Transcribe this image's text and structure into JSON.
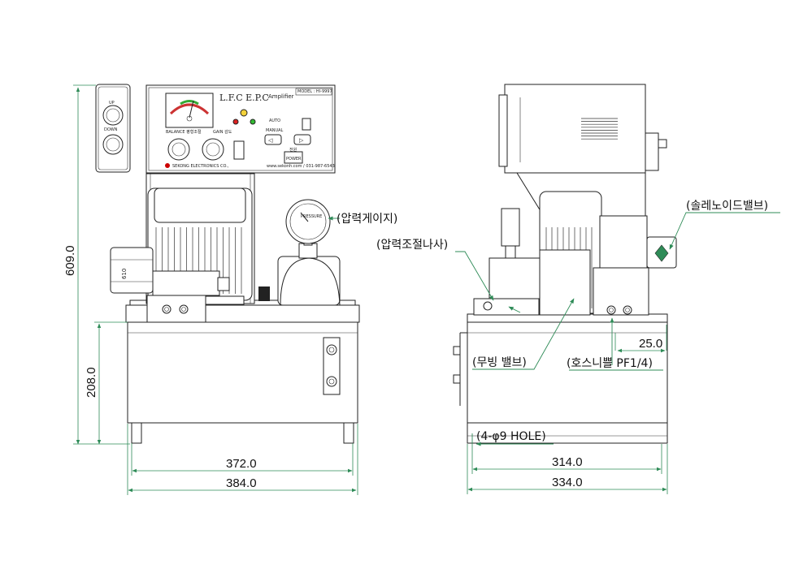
{
  "dimensions": {
    "total_height": "609.0",
    "tank_height": "208.0",
    "front_width_inner": "372.0",
    "front_width_outer": "384.0",
    "side_width_inner": "314.0",
    "side_width_outer": "334.0",
    "port_offset": "25.0",
    "valve_size": "610"
  },
  "callouts": {
    "pressure_gauge": "(압력게이지)",
    "pressure_adjust_screw": "(압력조절나사)",
    "solenoid_valve": "(솔레노이드밸브)",
    "moving_valve": "(무빙 밸브)",
    "hose_nipple": "(호스니쁠 PF1/4)",
    "mount_hole": "(4-φ9 HOLE)"
  },
  "pendant": {
    "up_label": "UP",
    "down_label": "DOWN"
  },
  "control_panel": {
    "title": "L.F.C E.P.C",
    "subtitle": "Amplifier",
    "model": "MODEL : HI-9997",
    "auto_label": "AUTO",
    "manual_label": "MANUAL",
    "balance_label": "BALANCE 평형조절",
    "gain_label": "GAIN 감도",
    "power_label": "POWER",
    "power_kr": "전원",
    "company": "SEKONG ELECTRONICS CO.,",
    "web": "www.sekonh.com / 031-987-6543"
  }
}
